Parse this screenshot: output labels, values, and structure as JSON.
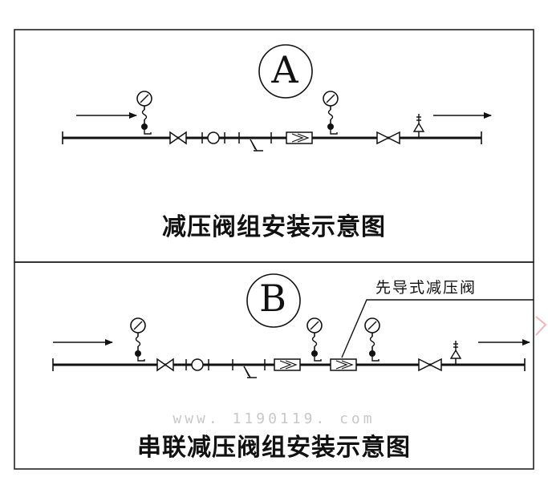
{
  "section_a": {
    "letter": "A",
    "title": "减压阀组安装示意图"
  },
  "section_b": {
    "letter": "B",
    "title": "串联减压阀组安装示意图",
    "callout": "先导式减压阀"
  },
  "watermark": "www. 1190119. com"
}
